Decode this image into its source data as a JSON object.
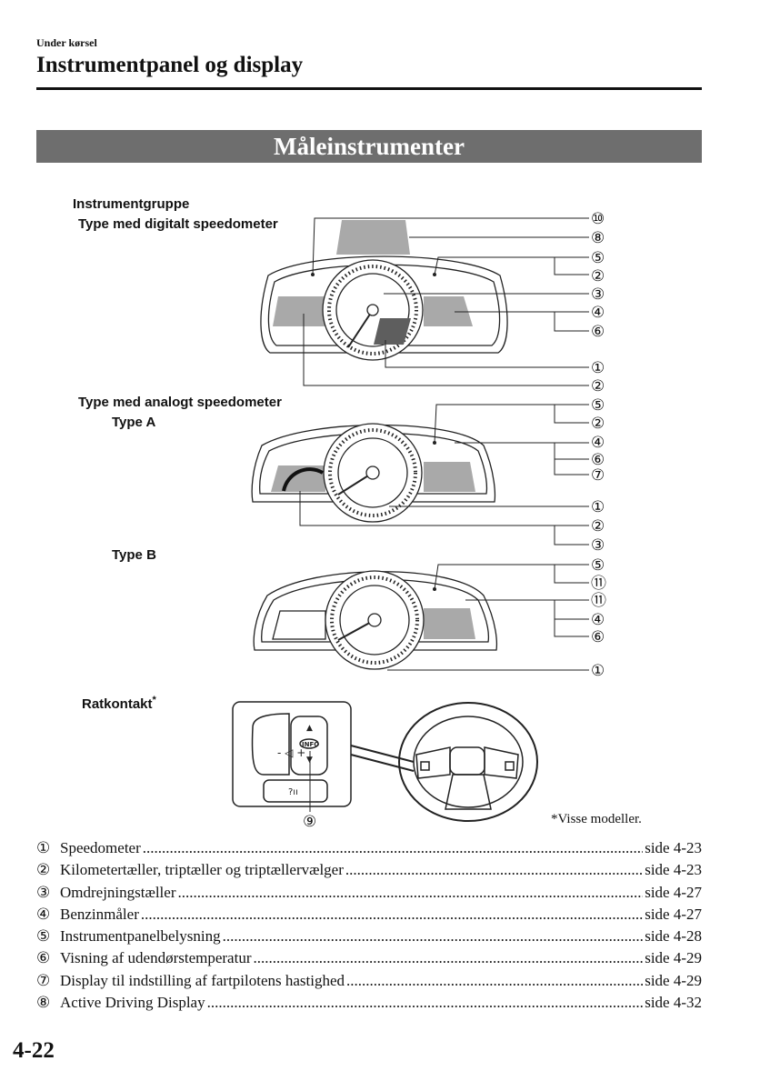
{
  "header": {
    "section": "Under kørsel",
    "title": "Instrumentpanel og display"
  },
  "banner": {
    "title": "Måleinstrumenter"
  },
  "diagram": {
    "group_label": "Instrumentgruppe",
    "digital_label": "Type med digitalt speedometer",
    "analog_label": "Type med analogt speedometer",
    "type_a_label": "Type A",
    "type_b_label": "Type B",
    "steering_label": "Ratkontakt",
    "asterisk": "*",
    "info_button_text": "INFO",
    "callouts_digital": [
      "⑩",
      "⑧",
      "⑤",
      "②",
      "③",
      "④",
      "⑥",
      "①",
      "②"
    ],
    "callouts_type_a": [
      "⑤",
      "②",
      "④",
      "⑥",
      "⑦",
      "①",
      "②",
      "③"
    ],
    "callouts_type_b": [
      "⑤",
      "⑪",
      "⑪",
      "④",
      "⑥",
      "①"
    ],
    "callout_steering": "⑨"
  },
  "footnote": "Visse modeller.",
  "legend": [
    {
      "num": "①",
      "text": "Speedometer",
      "page": "side 4-23"
    },
    {
      "num": "②",
      "text": "Kilometertæller, triptæller og triptællervælger",
      "page": "side 4-23"
    },
    {
      "num": "③",
      "text": "Omdrejningstæller",
      "page": "side 4-27"
    },
    {
      "num": "④",
      "text": "Benzinmåler",
      "page": "side 4-27"
    },
    {
      "num": "⑤",
      "text": "Instrumentpanelbelysning",
      "page": "side 4-28"
    },
    {
      "num": "⑥",
      "text": "Visning af udendørstemperatur",
      "page": "side 4-29"
    },
    {
      "num": "⑦",
      "text": "Display til indstilling af fartpilotens hastighed",
      "page": "side 4-29"
    },
    {
      "num": "⑧",
      "text": "Active Driving Display",
      "page": "side 4-32"
    }
  ],
  "page_number": "4-22"
}
